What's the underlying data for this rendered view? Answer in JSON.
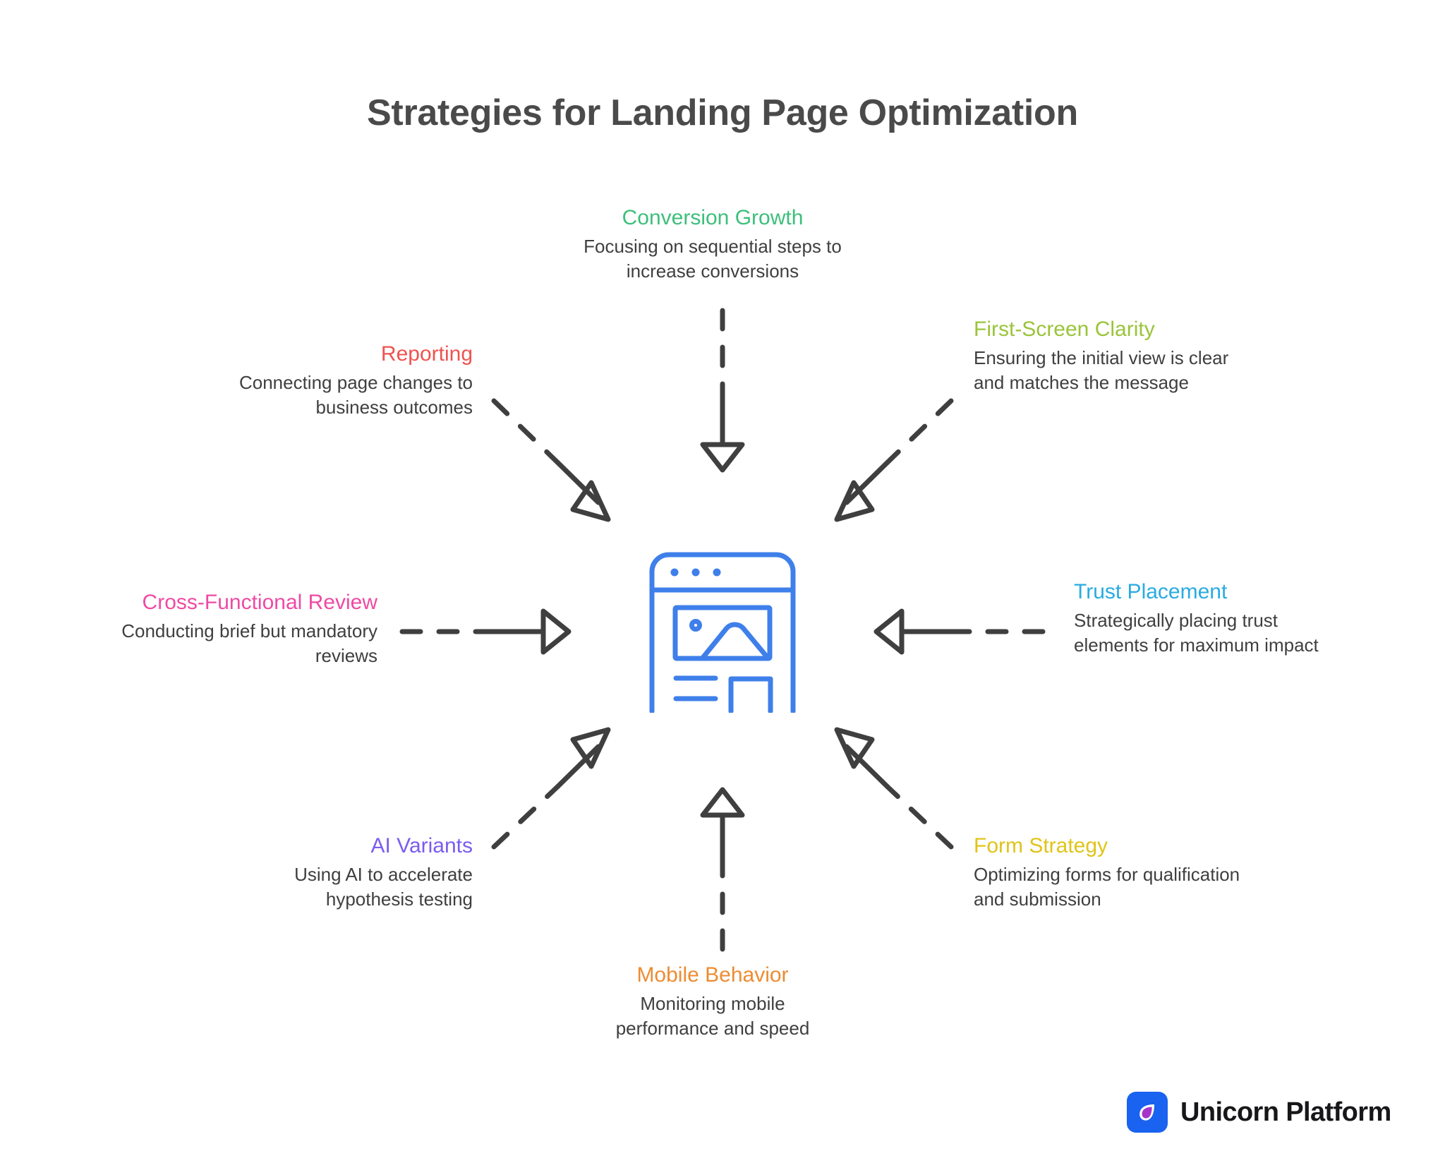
{
  "page": {
    "title": "Strategies for Landing Page Optimization",
    "background": "#ffffff",
    "title_color": "#4a4a4a",
    "body_text_color": "#3f3f3f",
    "arrow_color": "#3f3f3f",
    "center_icon_color": "#3f7fea",
    "center_icon_name": "landing-page-wireframe-icon"
  },
  "nodes": [
    {
      "id": "conversion-growth",
      "heading": "Conversion Growth",
      "description": "Focusing on sequential steps to increase conversions",
      "color": "#3cbf7b",
      "align": "center",
      "position": "top"
    },
    {
      "id": "first-screen-clarity",
      "heading": "First-Screen Clarity",
      "description": "Ensuring the initial view is clear and matches the message",
      "color": "#9ac43a",
      "align": "left",
      "position": "top-right"
    },
    {
      "id": "reporting",
      "heading": "Reporting",
      "description": "Connecting page changes to business outcomes",
      "color": "#ef5350",
      "align": "right",
      "position": "top-left"
    },
    {
      "id": "cross-functional-review",
      "heading": "Cross-Functional Review",
      "description": "Conducting brief but mandatory reviews",
      "color": "#ef4aa3",
      "align": "right",
      "position": "left"
    },
    {
      "id": "trust-placement",
      "heading": "Trust Placement",
      "description": "Strategically placing trust elements for maximum impact",
      "color": "#29abe2",
      "align": "left",
      "position": "right"
    },
    {
      "id": "ai-variants",
      "heading": "AI Variants",
      "description": "Using AI to accelerate hypothesis testing",
      "color": "#7b5cf0",
      "align": "right",
      "position": "bottom-left"
    },
    {
      "id": "form-strategy",
      "heading": "Form Strategy",
      "description": "Optimizing forms for qualification and submission",
      "color": "#e0c419",
      "align": "left",
      "position": "bottom-right"
    },
    {
      "id": "mobile-behavior",
      "heading": "Mobile Behavior",
      "description": "Monitoring mobile performance and speed",
      "color": "#ed8c32",
      "align": "center",
      "position": "bottom"
    }
  ],
  "branding": {
    "name": "Unicorn Platform",
    "mark_background": "#1a62f0",
    "mark_droplet_color": "#a634c9",
    "text_color": "#17171a"
  }
}
